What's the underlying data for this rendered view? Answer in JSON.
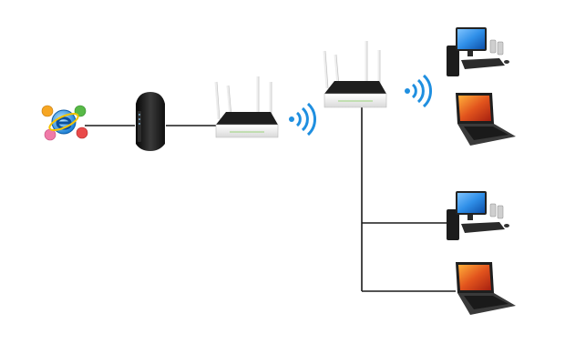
{
  "diagram": {
    "nodes": [
      {
        "id": "internet",
        "icon": "internet-globe-icon"
      },
      {
        "id": "modem",
        "icon": "cable-modem-icon"
      },
      {
        "id": "main-router",
        "icon": "wireless-router-icon"
      },
      {
        "id": "repeater-router",
        "icon": "wireless-router-icon"
      },
      {
        "id": "desktop-wireless",
        "icon": "desktop-computer-icon"
      },
      {
        "id": "laptop-wireless",
        "icon": "laptop-icon"
      },
      {
        "id": "desktop-wired",
        "icon": "desktop-computer-icon"
      },
      {
        "id": "laptop-wired",
        "icon": "laptop-icon"
      }
    ],
    "links": [
      {
        "from": "internet",
        "to": "modem",
        "type": "wired"
      },
      {
        "from": "modem",
        "to": "main-router",
        "type": "wired"
      },
      {
        "from": "main-router",
        "to": "repeater-router",
        "type": "wireless"
      },
      {
        "from": "repeater-router",
        "to": "desktop-wireless",
        "type": "wireless"
      },
      {
        "from": "repeater-router",
        "to": "laptop-wireless",
        "type": "wireless"
      },
      {
        "from": "repeater-router",
        "to": "desktop-wired",
        "type": "wired"
      },
      {
        "from": "repeater-router",
        "to": "laptop-wired",
        "type": "wired"
      }
    ],
    "colors": {
      "line": "#1a1a1a",
      "wifi": "#1f8fe0",
      "router_body": "#f2f2f2",
      "router_top": "#1e1e1e",
      "modem": "#1a1a1a",
      "monitor_screen": "#2f8fe8",
      "laptop_screen": "#e2541d"
    }
  }
}
